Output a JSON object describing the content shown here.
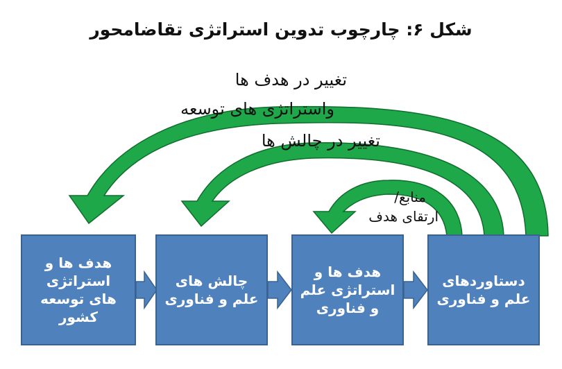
{
  "title": "شکل ۶: چارچوب تدوین استراتژی تقاضامحور",
  "arrows": {
    "outer_label_line1": "تغییر در هدف ها",
    "outer_label_line2": "واستراتژی های توسعه",
    "middle_label": "تغییر در چالش ها",
    "inner_label_line1": "منابع/",
    "inner_label_line2": "ارتقای هدف"
  },
  "boxes": [
    {
      "text": "هدف ها و\nاستراتژی\nهای توسعه\nکشور"
    },
    {
      "text": "چالش های\nعلم و فناوری"
    },
    {
      "text": "هدف ها و\nاستراتژی علم\nو فناوری"
    },
    {
      "text": "دستاوردهای\nعلم و فناوری"
    }
  ],
  "colors": {
    "box_fill": "#4f81bd",
    "box_border": "#3a6290",
    "arrow_green": "#1fa84a",
    "arrow_green_dark": "#0f6e2c",
    "connector_fill": "#4f81bd"
  }
}
